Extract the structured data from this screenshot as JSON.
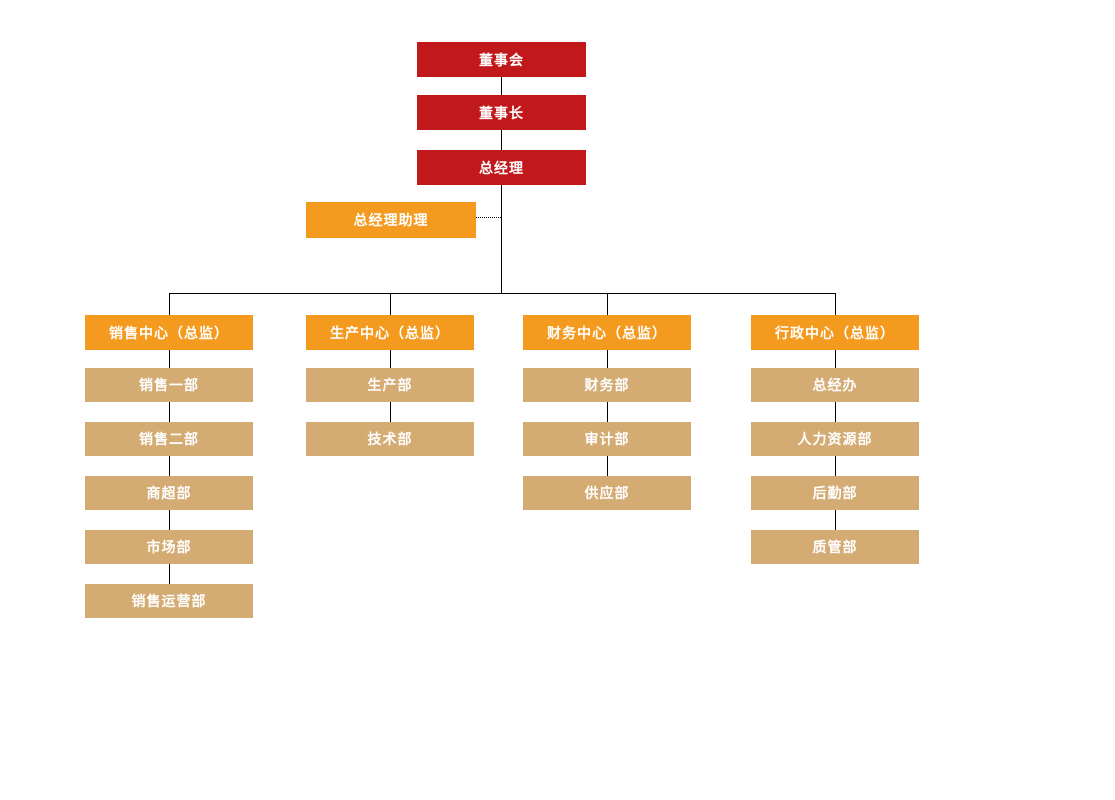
{
  "org": {
    "executives": [
      {
        "label": "董事会"
      },
      {
        "label": "董事长"
      },
      {
        "label": "总经理"
      }
    ],
    "assistant": {
      "label": "总经理助理"
    },
    "branches": [
      {
        "header": "销售中心（总监）",
        "departments": [
          "销售一部",
          "销售二部",
          "商超部",
          "市场部",
          "销售运营部"
        ]
      },
      {
        "header": "生产中心（总监）",
        "departments": [
          "生产部",
          "技术部"
        ]
      },
      {
        "header": "财务中心（总监）",
        "departments": [
          "财务部",
          "审计部",
          "供应部"
        ]
      },
      {
        "header": "行政中心（总监）",
        "departments": [
          "总经办",
          "人力资源部",
          "后勤部",
          "质管部"
        ]
      }
    ],
    "colors": {
      "executive": "#c1181b",
      "management": "#f49a1f",
      "department": "#d3ab73",
      "text": "#ffffff",
      "connector": "#000000"
    }
  }
}
